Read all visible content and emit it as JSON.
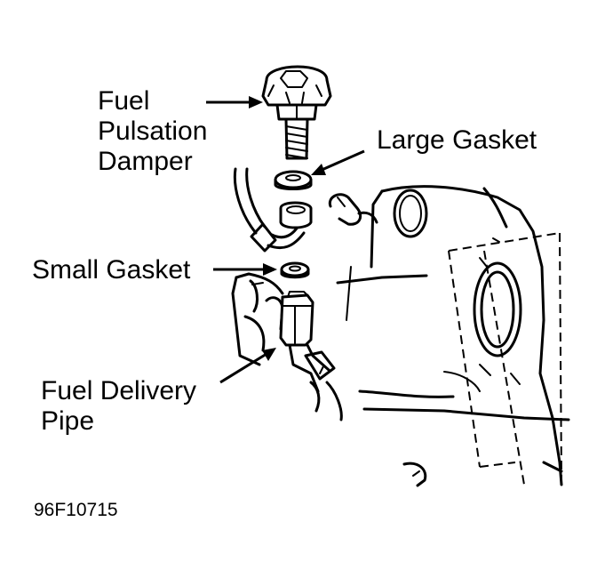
{
  "labels": {
    "fuel_pulsation_damper": [
      "Fuel",
      "Pulsation",
      "Damper"
    ],
    "large_gasket": "Large Gasket",
    "small_gasket": "Small Gasket",
    "fuel_delivery_pipe": [
      "Fuel Delivery",
      "Pipe"
    ]
  },
  "figure_code": "96F10715"
}
